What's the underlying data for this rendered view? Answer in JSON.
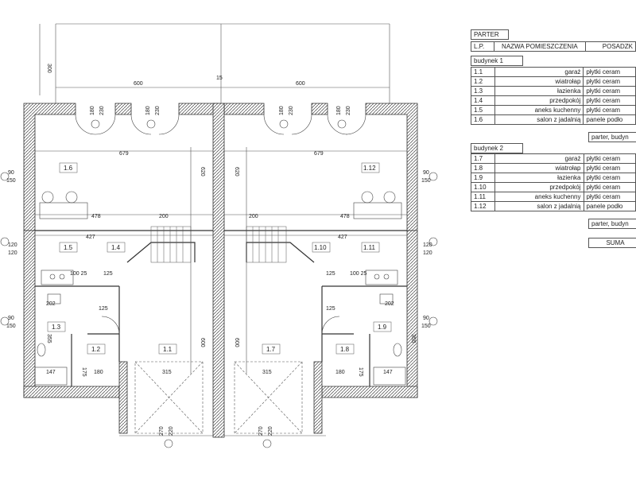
{
  "plan": {
    "dims": {
      "left_dim": "300",
      "top_left_span": "600",
      "top_center": "15",
      "top_right_span": "600",
      "inner_left": "679",
      "inner_right": "679",
      "left_478": "478",
      "right_478": "478",
      "left_200": "200",
      "right_200": "200",
      "left_427": "427",
      "right_427": "427",
      "w180": "180",
      "w230": "230",
      "w90": "90",
      "w150": "150",
      "w120": "120",
      "w125": "125",
      "w100_25": "100 25",
      "w202": "202",
      "w355": "355",
      "w175": "175",
      "w147": "147",
      "w315": "315",
      "w270": "270",
      "w220": "220",
      "w620": "620",
      "w600v": "600"
    },
    "rooms": {
      "r16": "1.6",
      "r112": "1.12",
      "r15": "1.5",
      "r14": "1.4",
      "r110": "1.10",
      "r111": "1.11",
      "r13": "1.3",
      "r12": "1.2",
      "r11": "1.1",
      "r17": "1.7",
      "r18": "1.8",
      "r19": "1.9"
    }
  },
  "legend": {
    "title": "PARTER",
    "headers": [
      "L.P.",
      "NAZWA POMIESZCZENIA",
      "POSADZK"
    ],
    "building1": {
      "label": "budynek 1",
      "rows": [
        [
          "1.1",
          "garaż",
          "płytki ceram"
        ],
        [
          "1.2",
          "wiatrołap",
          "płytki ceram"
        ],
        [
          "1.3",
          "łazienka",
          "płytki ceram"
        ],
        [
          "1.4",
          "przedpokój",
          "płytki ceram"
        ],
        [
          "1.5",
          "aneks kuchenny",
          "płytki ceram"
        ],
        [
          "1.6",
          "salon z jadalnią",
          "panele podło"
        ]
      ],
      "footer": "parter, budyn"
    },
    "building2": {
      "label": "budynek 2",
      "rows": [
        [
          "1.7",
          "garaż",
          "płytki ceram"
        ],
        [
          "1.8",
          "wiatrołap",
          "płytki ceram"
        ],
        [
          "1.9",
          "łazienka",
          "płytki ceram"
        ],
        [
          "1.10",
          "przedpokój",
          "płytki ceram"
        ],
        [
          "1.11",
          "aneks kuchenny",
          "płytki ceram"
        ],
        [
          "1.12",
          "salon z jadalnią",
          "panele podło"
        ]
      ],
      "footer": "parter, budyn"
    },
    "sum_label": "SUMA"
  },
  "colors": {
    "line": "#333333",
    "wall_fill": "#9a9a9a",
    "paper": "#ffffff"
  }
}
